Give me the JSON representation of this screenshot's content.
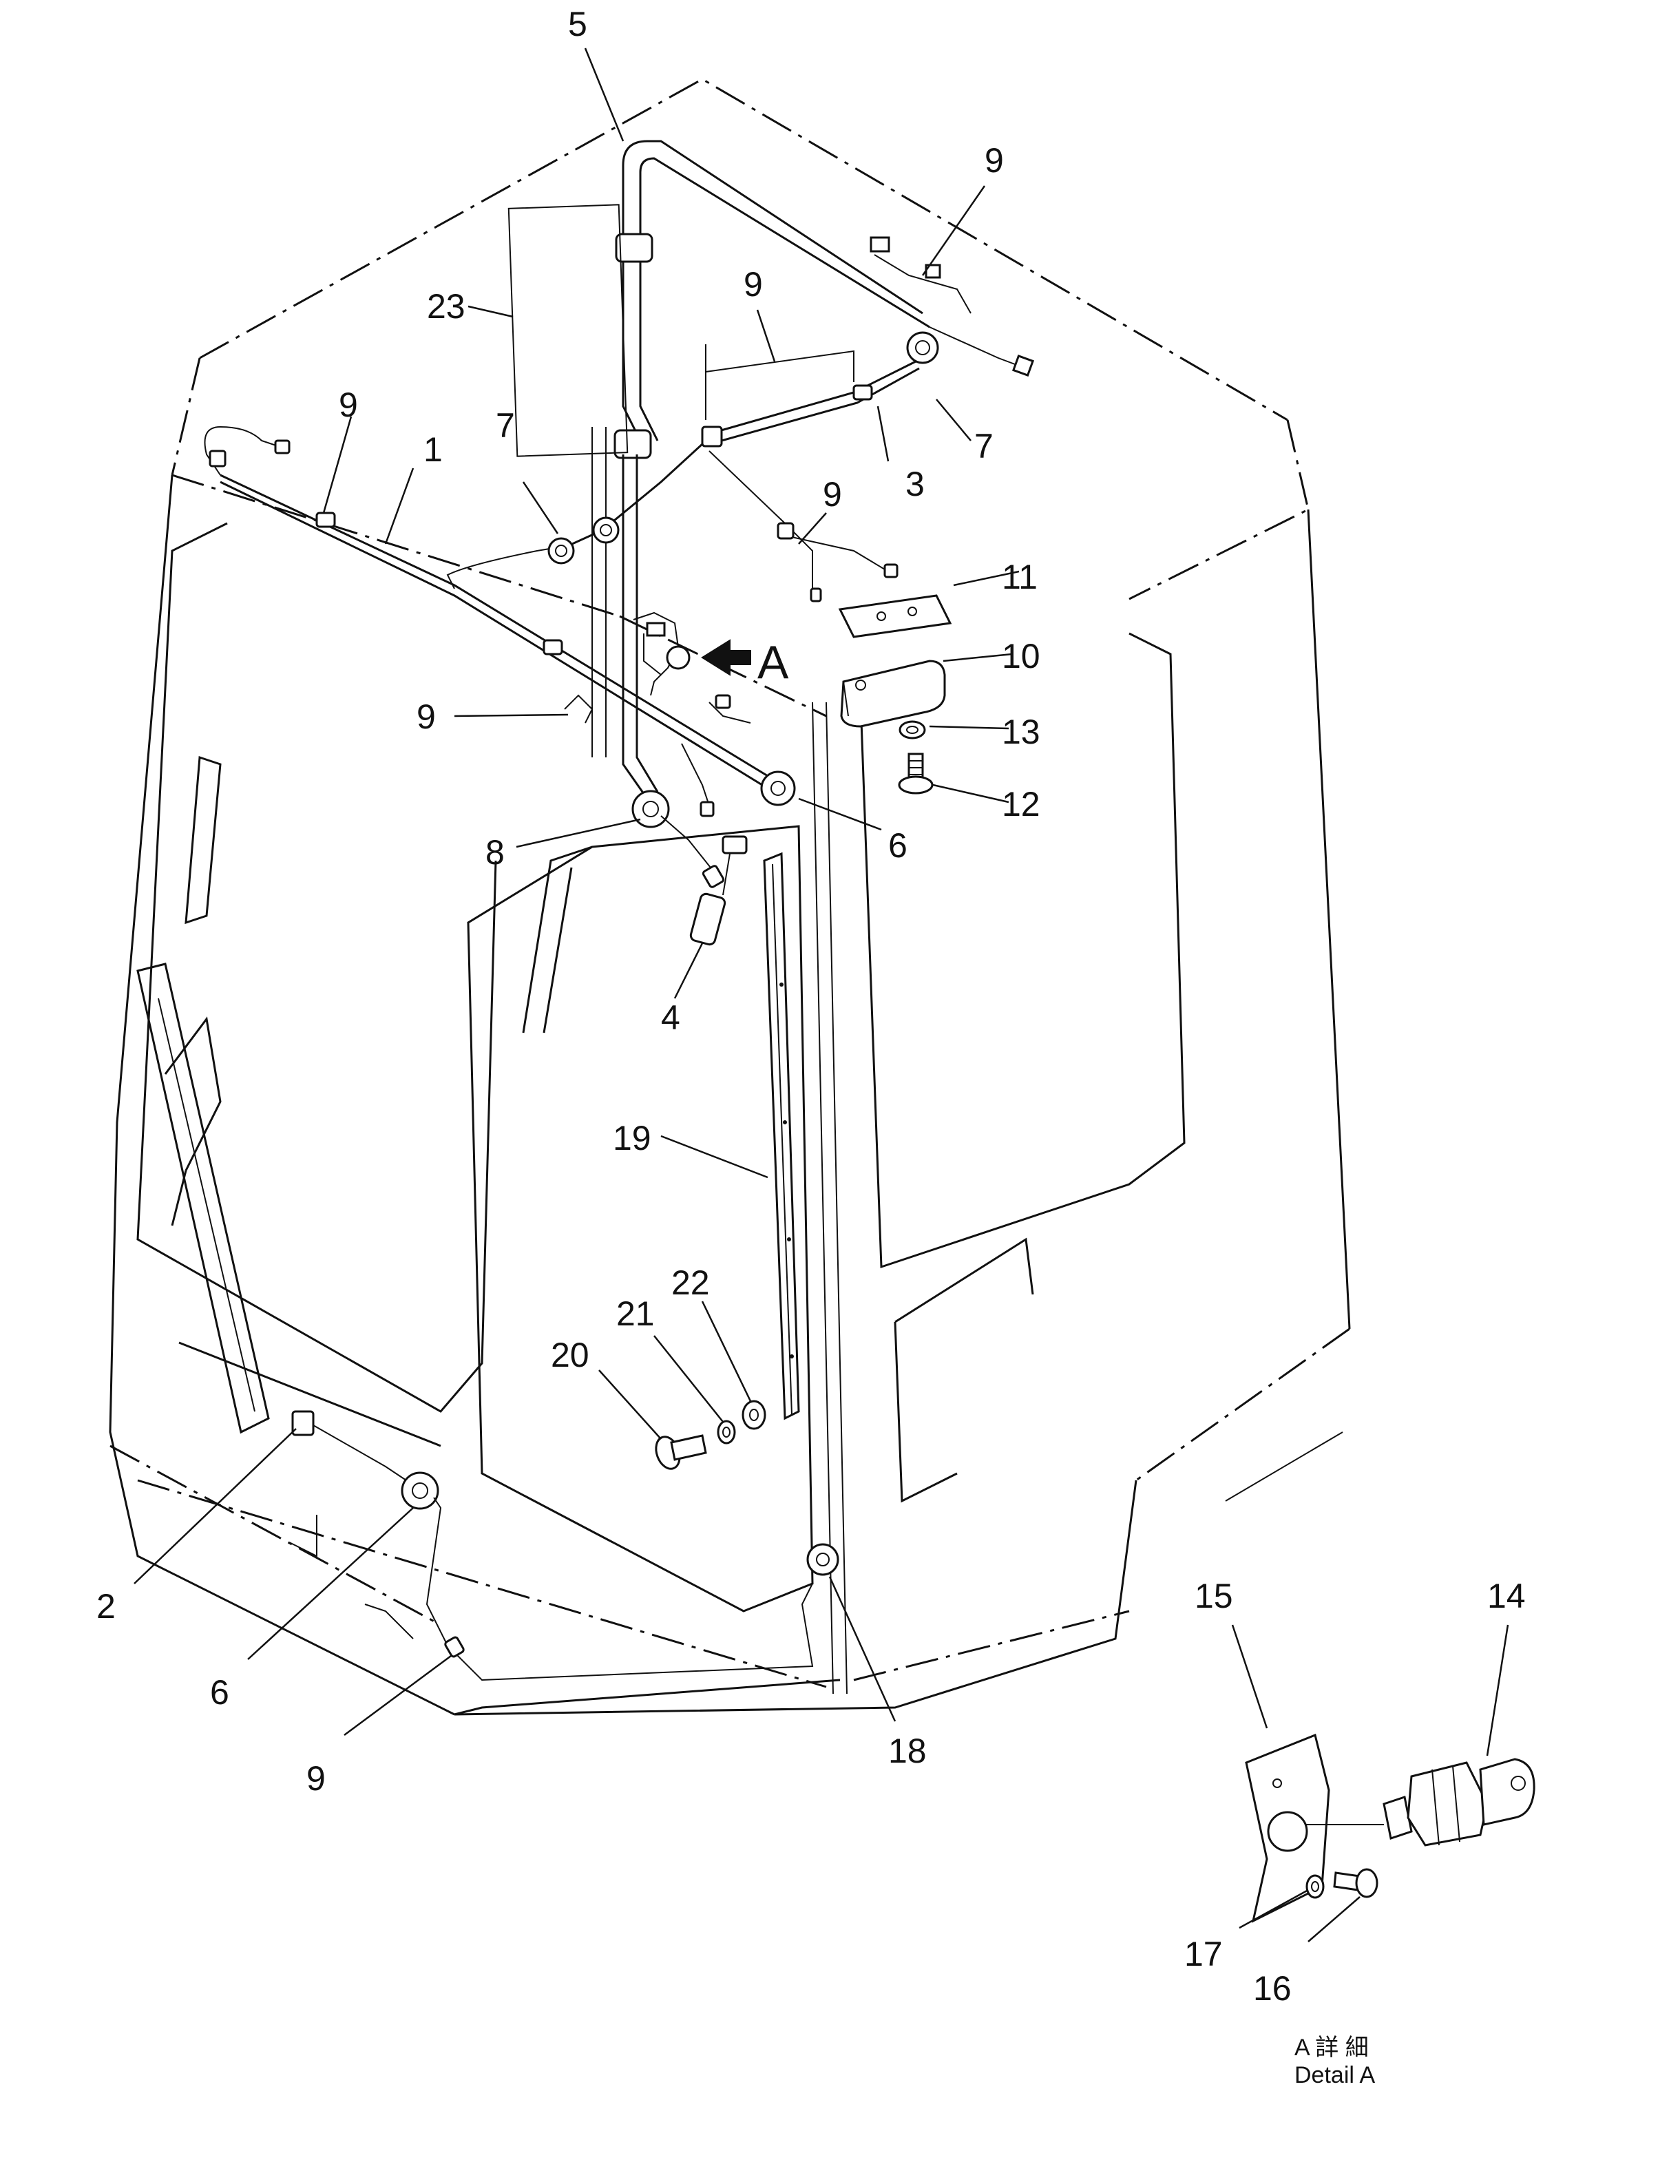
{
  "callouts": [
    {
      "id": "c1",
      "text": "1"
    },
    {
      "id": "c2",
      "text": "2"
    },
    {
      "id": "c3",
      "text": "3"
    },
    {
      "id": "c4",
      "text": "4"
    },
    {
      "id": "c5",
      "text": "5"
    },
    {
      "id": "c6a",
      "text": "6"
    },
    {
      "id": "c6b",
      "text": "6"
    },
    {
      "id": "c7a",
      "text": "7"
    },
    {
      "id": "c7b",
      "text": "7"
    },
    {
      "id": "c8",
      "text": "8"
    },
    {
      "id": "c9a",
      "text": "9"
    },
    {
      "id": "c9b",
      "text": "9"
    },
    {
      "id": "c9c",
      "text": "9"
    },
    {
      "id": "c9d",
      "text": "9"
    },
    {
      "id": "c9e",
      "text": "9"
    },
    {
      "id": "c9f",
      "text": "9"
    },
    {
      "id": "c10",
      "text": "10"
    },
    {
      "id": "c11",
      "text": "11"
    },
    {
      "id": "c12",
      "text": "12"
    },
    {
      "id": "c13",
      "text": "13"
    },
    {
      "id": "c14",
      "text": "14"
    },
    {
      "id": "c15",
      "text": "15"
    },
    {
      "id": "c16",
      "text": "16"
    },
    {
      "id": "c17",
      "text": "17"
    },
    {
      "id": "c18",
      "text": "18"
    },
    {
      "id": "c19",
      "text": "19"
    },
    {
      "id": "c20",
      "text": "20"
    },
    {
      "id": "c21",
      "text": "21"
    },
    {
      "id": "c22",
      "text": "22"
    },
    {
      "id": "c23",
      "text": "23"
    }
  ],
  "view_marker": "A",
  "detail_caption": {
    "japanese": "A 詳 細",
    "english": "Detail A"
  }
}
